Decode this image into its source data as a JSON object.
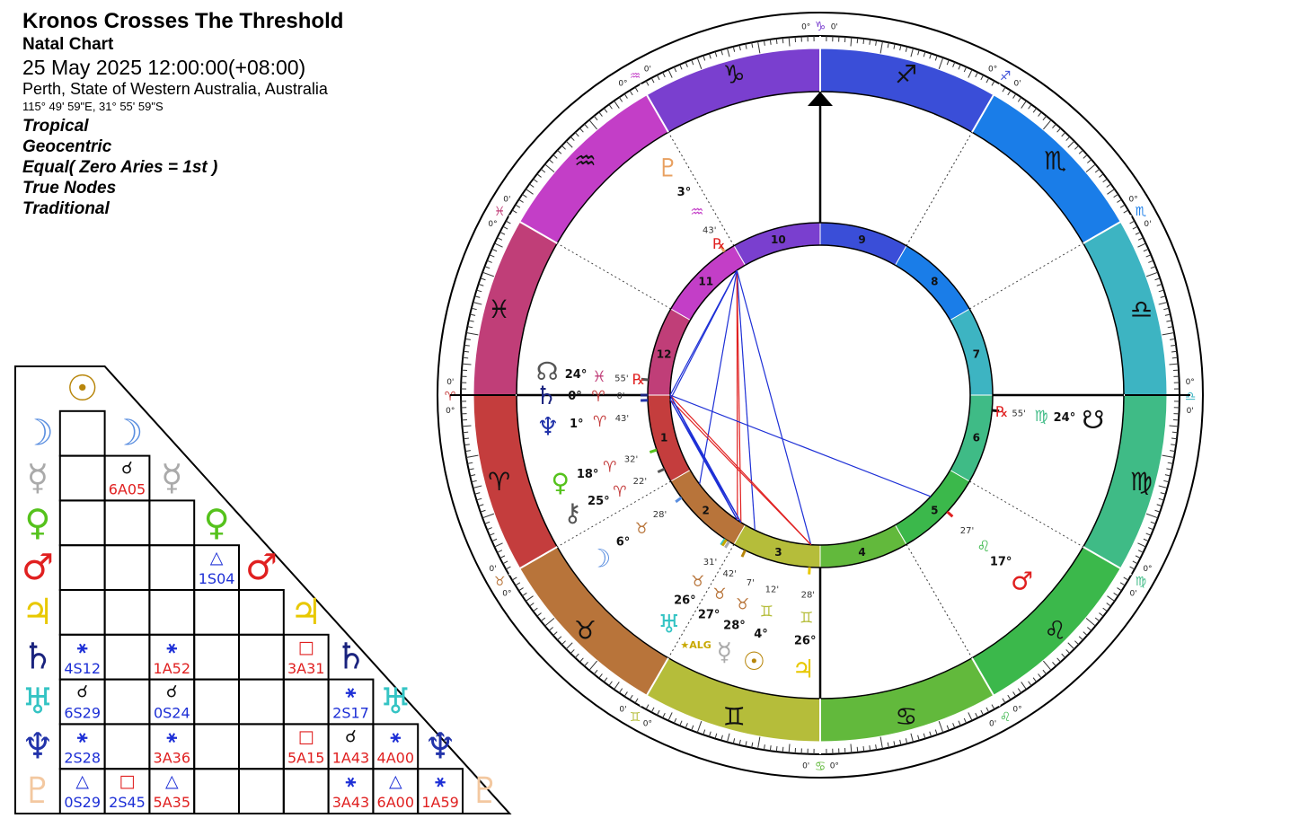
{
  "header": {
    "title": "Kronos Crosses The Threshold",
    "subtitle": "Natal Chart",
    "datetime": "25 May 2025 12:00:00(+08:00)",
    "location": "Perth, State of Western Australia, Australia",
    "coordinates": "115° 49' 59\"E, 31° 55' 59\"S",
    "options": [
      "Tropical",
      "Geocentric",
      "Equal( Zero Aries = 1st )",
      "True Nodes",
      "Traditional"
    ]
  },
  "colors": {
    "aries": "#c43d3d",
    "taurus": "#b8743a",
    "gemini": "#b5bd3a",
    "cancer": "#62b93c",
    "leo": "#3bb84b",
    "virgo": "#3fbb86",
    "libra": "#3db4c2",
    "scorpio": "#1a7de8",
    "sagittarius": "#3a4ed8",
    "capricorn": "#7a3fcf",
    "aquarius": "#c33ec7",
    "pisces": "#c03e78",
    "trine": "#1d2fd6",
    "square": "#e02020",
    "sextile": "#1d2fd6",
    "conjunction": "#111111"
  },
  "wheel": {
    "signs": [
      {
        "name": "Aries",
        "glyph": "♈",
        "color": "#c43d3d"
      },
      {
        "name": "Taurus",
        "glyph": "♉",
        "color": "#b8743a"
      },
      {
        "name": "Gemini",
        "glyph": "♊",
        "color": "#b5bd3a"
      },
      {
        "name": "Cancer",
        "glyph": "♋",
        "color": "#62b93c"
      },
      {
        "name": "Leo",
        "glyph": "♌",
        "color": "#3bb84b"
      },
      {
        "name": "Virgo",
        "glyph": "♍",
        "color": "#3fbb86"
      },
      {
        "name": "Libra",
        "glyph": "♎",
        "color": "#3db4c2"
      },
      {
        "name": "Scorpio",
        "glyph": "♏",
        "color": "#1a7de8"
      },
      {
        "name": "Sagittarius",
        "glyph": "♐",
        "color": "#3a4ed8"
      },
      {
        "name": "Capricorn",
        "glyph": "♑",
        "color": "#7a3fcf"
      },
      {
        "name": "Aquarius",
        "glyph": "♒",
        "color": "#c33ec7"
      },
      {
        "name": "Pisces",
        "glyph": "♓",
        "color": "#c03e78"
      }
    ],
    "houses": [
      {
        "num": "1",
        "color": "#c43d3d"
      },
      {
        "num": "2",
        "color": "#b8743a"
      },
      {
        "num": "3",
        "color": "#b5bd3a"
      },
      {
        "num": "4",
        "color": "#62b93c"
      },
      {
        "num": "5",
        "color": "#3bb84b"
      },
      {
        "num": "6",
        "color": "#3fbb86"
      },
      {
        "num": "7",
        "color": "#3db4c2"
      },
      {
        "num": "8",
        "color": "#1a7de8"
      },
      {
        "num": "9",
        "color": "#3a4ed8"
      },
      {
        "num": "10",
        "color": "#7a3fcf"
      },
      {
        "num": "11",
        "color": "#c33ec7"
      },
      {
        "num": "12",
        "color": "#c03e78"
      }
    ],
    "outer_cusp_labels": [
      {
        "lon": 0,
        "glyph": "♈",
        "left": "0°",
        "right": "0'",
        "color": "#c43d3d"
      },
      {
        "lon": 30,
        "glyph": "♉",
        "left": "0°",
        "right": "0'",
        "color": "#b8743a"
      },
      {
        "lon": 60,
        "glyph": "♊",
        "left": "0°",
        "right": "0'",
        "color": "#b5bd3a"
      },
      {
        "lon": 90,
        "glyph": "♋",
        "left": "0°",
        "right": "0'",
        "color": "#62b93c"
      },
      {
        "lon": 120,
        "glyph": "♌",
        "left": "0°",
        "right": "0'",
        "color": "#3bb84b"
      },
      {
        "lon": 150,
        "glyph": "♍",
        "left": "0°",
        "right": "0'",
        "color": "#3fbb86"
      },
      {
        "lon": 180,
        "glyph": "♎",
        "left": "0°",
        "right": "0'",
        "color": "#3db4c2"
      },
      {
        "lon": 210,
        "glyph": "♏",
        "left": "0°",
        "right": "0'",
        "color": "#1a7de8"
      },
      {
        "lon": 240,
        "glyph": "♐",
        "left": "0°",
        "right": "0'",
        "color": "#3a4ed8"
      },
      {
        "lon": 270,
        "glyph": "♑",
        "left": "0°",
        "right": "0'",
        "color": "#7a3fcf"
      },
      {
        "lon": 300,
        "glyph": "♒",
        "left": "0°",
        "right": "0'",
        "color": "#c33ec7"
      },
      {
        "lon": 330,
        "glyph": "♓",
        "left": "0°",
        "right": "0'",
        "color": "#c03e78"
      }
    ],
    "planets": [
      {
        "name": "north-node",
        "glyph": "☊",
        "lon": 354.92,
        "deg": "24°",
        "sign": "♓",
        "min": "55'",
        "rx": "℞",
        "color": "#555555",
        "signColor": "#c03e78"
      },
      {
        "name": "saturn",
        "glyph": "♄",
        "lon": 0.01,
        "deg": "0°",
        "sign": "♈",
        "min": "0'",
        "rx": "",
        "color": "#1a237e",
        "signColor": "#c43d3d"
      },
      {
        "name": "neptune",
        "glyph": "♆",
        "lon": 1.72,
        "deg": "1°",
        "sign": "♈",
        "min": "43'",
        "rx": "",
        "color": "#2233aa",
        "signColor": "#c43d3d"
      },
      {
        "name": "venus",
        "glyph": "♀",
        "lon": 18.53,
        "deg": "18°",
        "sign": "♈",
        "min": "32'",
        "rx": "",
        "color": "#55c21c",
        "signColor": "#c43d3d"
      },
      {
        "name": "chiron",
        "glyph": "⚷",
        "lon": 25.37,
        "deg": "25°",
        "sign": "♈",
        "min": "22'",
        "rx": "",
        "color": "#555555",
        "signColor": "#c43d3d"
      },
      {
        "name": "moon",
        "glyph": "☽",
        "lon": 36.47,
        "deg": "6°",
        "sign": "♉",
        "min": "28'",
        "rx": "",
        "color": "#5b8fe0",
        "signColor": "#b8743a"
      },
      {
        "name": "uranus",
        "glyph": "♅",
        "lon": 56.52,
        "deg": "26°",
        "sign": "♉",
        "min": "31'",
        "rx": "",
        "color": "#35c4c4",
        "signColor": "#b8743a"
      },
      {
        "name": "algol",
        "glyph": "★ALG",
        "lon": 57.0,
        "deg": "27°",
        "sign": "♉",
        "min": "42'",
        "rx": "",
        "color": "#c8a800",
        "signColor": "#b8743a"
      },
      {
        "name": "mercury",
        "glyph": "☿",
        "lon": 58.12,
        "deg": "28°",
        "sign": "♉",
        "min": "7'",
        "rx": "",
        "color": "#aaaaaa",
        "signColor": "#b8743a"
      },
      {
        "name": "sun",
        "glyph": "☉",
        "lon": 64.2,
        "deg": "4°",
        "sign": "♊",
        "min": "12'",
        "rx": "",
        "color": "#b8860b",
        "signColor": "#b5bd3a"
      },
      {
        "name": "jupiter",
        "glyph": "♃",
        "lon": 86.47,
        "deg": "26°",
        "sign": "♊",
        "min": "28'",
        "rx": "",
        "color": "#e8c800",
        "signColor": "#b5bd3a"
      },
      {
        "name": "mars",
        "glyph": "♂",
        "lon": 137.45,
        "deg": "17°",
        "sign": "♌",
        "min": "27'",
        "rx": "",
        "color": "#e02020",
        "signColor": "#3bb84b"
      },
      {
        "name": "south-node",
        "glyph": "☋",
        "lon": 174.92,
        "deg": "24°",
        "sign": "♍",
        "min": "55'",
        "rx": "℞",
        "color": "#111111",
        "signColor": "#3fbb86"
      },
      {
        "name": "pluto",
        "glyph": "♇",
        "lon": 303.72,
        "deg": "3°",
        "sign": "♒",
        "min": "43'",
        "rx": "℞",
        "color": "#e8a060",
        "signColor": "#c33ec7"
      }
    ],
    "aspect_lines": [
      {
        "a": 303.72,
        "b": 1.72,
        "type": "sextile"
      },
      {
        "a": 303.72,
        "b": 0.01,
        "type": "sextile"
      },
      {
        "a": 303.72,
        "b": 64.2,
        "type": "trine"
      },
      {
        "a": 303.72,
        "b": 58.12,
        "type": "square"
      },
      {
        "a": 303.72,
        "b": 56.52,
        "type": "square"
      },
      {
        "a": 303.72,
        "b": 86.47,
        "type": "trine"
      },
      {
        "a": 303.72,
        "b": 36.47,
        "type": "trine"
      },
      {
        "a": 0.01,
        "b": 137.45,
        "type": "trine"
      },
      {
        "a": 0.01,
        "b": 86.47,
        "type": "square"
      },
      {
        "a": 1.72,
        "b": 86.47,
        "type": "square"
      },
      {
        "a": 1.72,
        "b": 58.12,
        "type": "sextile"
      },
      {
        "a": 0.01,
        "b": 56.52,
        "type": "sextile"
      },
      {
        "a": 0.01,
        "b": 58.12,
        "type": "sextile"
      },
      {
        "a": 1.72,
        "b": 56.52,
        "type": "sextile"
      }
    ]
  },
  "aspect_grid": {
    "planets": [
      {
        "glyph": "☉",
        "color": "#b8860b"
      },
      {
        "glyph": "☽",
        "color": "#5b8fe0"
      },
      {
        "glyph": "☿",
        "color": "#aaaaaa"
      },
      {
        "glyph": "♀",
        "color": "#55c21c"
      },
      {
        "glyph": "♂",
        "color": "#e02020"
      },
      {
        "glyph": "♃",
        "color": "#e8c800"
      },
      {
        "glyph": "♄",
        "color": "#1a237e"
      },
      {
        "glyph": "♅",
        "color": "#35c4c4"
      },
      {
        "glyph": "♆",
        "color": "#2233aa"
      },
      {
        "glyph": "♇",
        "color": "#f3c8a0"
      }
    ],
    "cells": [
      {
        "row": 2,
        "col": 1,
        "sym": "☌",
        "text": "6A05",
        "color": "#e02020",
        "symColor": "#111111"
      },
      {
        "row": 4,
        "col": 3,
        "sym": "△",
        "text": "1S04",
        "color": "#1d2fd6",
        "symColor": "#1d2fd6"
      },
      {
        "row": 6,
        "col": 0,
        "sym": "⚹",
        "text": "4S12",
        "color": "#1d2fd6",
        "symColor": "#1d2fd6"
      },
      {
        "row": 6,
        "col": 2,
        "sym": "⚹",
        "text": "1A52",
        "color": "#e02020",
        "symColor": "#1d2fd6"
      },
      {
        "row": 6,
        "col": 5,
        "sym": "□",
        "text": "3A31",
        "color": "#e02020",
        "symColor": "#e02020"
      },
      {
        "row": 7,
        "col": 0,
        "sym": "☌",
        "text": "6S29",
        "color": "#1d2fd6",
        "symColor": "#111111"
      },
      {
        "row": 7,
        "col": 2,
        "sym": "☌",
        "text": "0S24",
        "color": "#1d2fd6",
        "symColor": "#111111"
      },
      {
        "row": 7,
        "col": 6,
        "sym": "⚹",
        "text": "2S17",
        "color": "#1d2fd6",
        "symColor": "#1d2fd6"
      },
      {
        "row": 8,
        "col": 0,
        "sym": "⚹",
        "text": "2S28",
        "color": "#1d2fd6",
        "symColor": "#1d2fd6"
      },
      {
        "row": 8,
        "col": 2,
        "sym": "⚹",
        "text": "3A36",
        "color": "#e02020",
        "symColor": "#1d2fd6"
      },
      {
        "row": 8,
        "col": 5,
        "sym": "□",
        "text": "5A15",
        "color": "#e02020",
        "symColor": "#e02020"
      },
      {
        "row": 8,
        "col": 6,
        "sym": "☌",
        "text": "1A43",
        "color": "#e02020",
        "symColor": "#111111"
      },
      {
        "row": 8,
        "col": 7,
        "sym": "⚹",
        "text": "4A00",
        "color": "#e02020",
        "symColor": "#1d2fd6"
      },
      {
        "row": 9,
        "col": 0,
        "sym": "△",
        "text": "0S29",
        "color": "#1d2fd6",
        "symColor": "#1d2fd6"
      },
      {
        "row": 9,
        "col": 1,
        "sym": "□",
        "text": "2S45",
        "color": "#1d2fd6",
        "symColor": "#e02020"
      },
      {
        "row": 9,
        "col": 2,
        "sym": "△",
        "text": "5A35",
        "color": "#e02020",
        "symColor": "#1d2fd6"
      },
      {
        "row": 9,
        "col": 6,
        "sym": "⚹",
        "text": "3A43",
        "color": "#e02020",
        "symColor": "#1d2fd6"
      },
      {
        "row": 9,
        "col": 7,
        "sym": "△",
        "text": "6A00",
        "color": "#e02020",
        "symColor": "#1d2fd6"
      },
      {
        "row": 9,
        "col": 8,
        "sym": "⚹",
        "text": "1A59",
        "color": "#e02020",
        "symColor": "#1d2fd6"
      }
    ]
  }
}
